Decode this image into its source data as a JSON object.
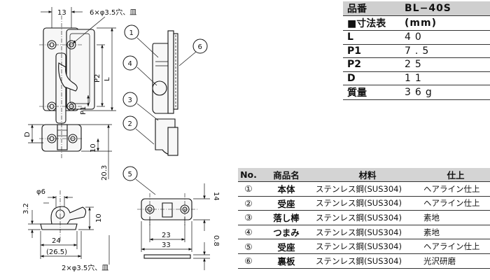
{
  "spec": {
    "header_label": "品番",
    "header_value": "BL−40S",
    "sub_label": "■寸法表",
    "sub_value": "(mm)",
    "rows": [
      {
        "key": "L",
        "value": "40"
      },
      {
        "key": "P1",
        "value": "7.5"
      },
      {
        "key": "P2",
        "value": "25"
      },
      {
        "key": "D",
        "value": "11"
      },
      {
        "key": "質量",
        "value": "36g"
      }
    ]
  },
  "parts": {
    "headers": [
      "No.",
      "商品名",
      "材料",
      "仕上"
    ],
    "rows": [
      {
        "no": "①",
        "name": "本体",
        "material": "ステンレス鋼(SUS304)",
        "finish": "ヘアライン仕上"
      },
      {
        "no": "②",
        "name": "受座",
        "material": "ステンレス鋼(SUS304)",
        "finish": "ヘアライン仕上"
      },
      {
        "no": "③",
        "name": "落し棒",
        "material": "ステンレス鋼(SUS304)",
        "finish": "素地"
      },
      {
        "no": "④",
        "name": "つまみ",
        "material": "ステンレス鋼(SUS304)",
        "finish": "素地"
      },
      {
        "no": "⑤",
        "name": "受座",
        "material": "ステンレス鋼(SUS304)",
        "finish": "ヘアライン仕上"
      },
      {
        "no": "⑥",
        "name": "裏板",
        "material": "ステンレス鋼(SUS304)",
        "finish": "光沢研磨"
      }
    ]
  },
  "dims": {
    "top_width": "13",
    "holes_main": "6×φ3.5穴、皿",
    "p2": "P2",
    "l": "L",
    "p1": "P1",
    "d": "D",
    "ten_a": "10",
    "twenty": "20.3",
    "phi6": "φ6",
    "three_two": "3.2",
    "ten_b": "10",
    "twenty_four": "24",
    "twenty_six": "(26.5)",
    "holes_small": "2×φ3.5穴、皿",
    "fourteen": "14",
    "twenty_three": "23",
    "thirty_three": "33",
    "zero_eight": "0.8"
  },
  "callouts": [
    "1",
    "2",
    "3",
    "4",
    "5",
    "6"
  ]
}
